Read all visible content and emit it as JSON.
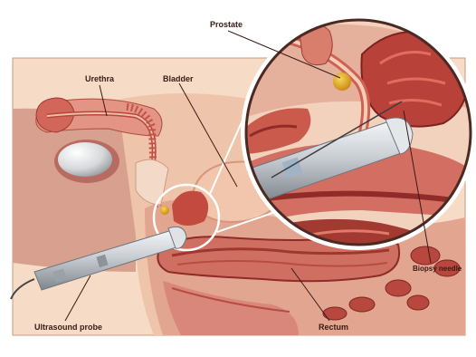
{
  "labels": {
    "prostate": "Prostate",
    "urethra": "Urethra",
    "bladder": "Bladder",
    "biopsy_needle": "Biopsy needle",
    "ultrasound_probe": "Ultrasound probe",
    "rectum": "Rectum"
  },
  "colors": {
    "background": "#ffffff",
    "panel": "#f6dcc6",
    "skin": "#e9b89a",
    "tissue": "#d98a7a",
    "muscle": "#c65a4e",
    "dark_muscle": "#8f2b28",
    "bladder": "#f0c2a6",
    "prostate_gland": "#e0a21e",
    "probe_metal": "#c9ced3",
    "label_text": "#3a1a12"
  }
}
